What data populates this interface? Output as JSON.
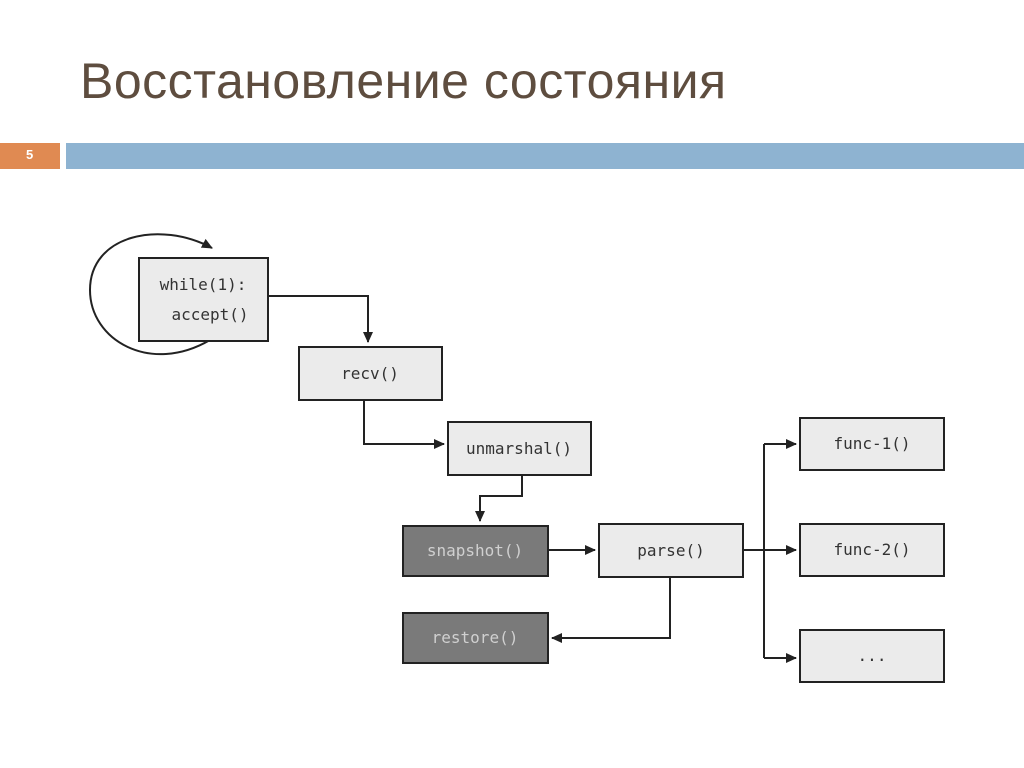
{
  "slide": {
    "title": "Восстановление состояния",
    "page_number": "5"
  },
  "diagram": {
    "nodes": {
      "loop_line1": "while(1):",
      "loop_line2": "accept()",
      "recv": "recv()",
      "unmarshal": "unmarshal()",
      "snapshot": "snapshot()",
      "parse": "parse()",
      "restore": "restore()",
      "func1": "func-1()",
      "func2": "func-2()",
      "ellipsis": "..."
    },
    "colors": {
      "light_box_fill": "#ebebeb",
      "dark_box_fill": "#7a7a7a",
      "border": "#222222",
      "arrow": "#222222",
      "title": "#5e4d3f",
      "page_box": "#e08a52",
      "header_bar": "#8eb3d1"
    }
  }
}
